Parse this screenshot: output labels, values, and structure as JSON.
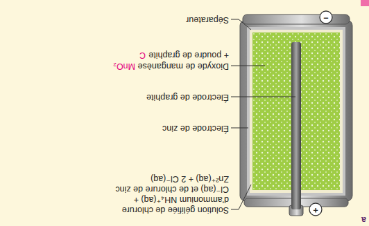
{
  "diagram": {
    "labels": [
      "Solution gélifiée de chlorure d'ammonium NH₄⁺(aq) + Cl⁻(aq) et de chlorure de zinc Zn²⁺(aq) + 2 Cl⁻(aq)",
      "Électrode de zinc",
      "Électrode de graphite",
      "Dioxyde de manganèse",
      "MnO₂",
      "+ poudre de graphite",
      "C",
      "Séparateur",
      "+",
      "−",
      "a"
    ]
  }
}
